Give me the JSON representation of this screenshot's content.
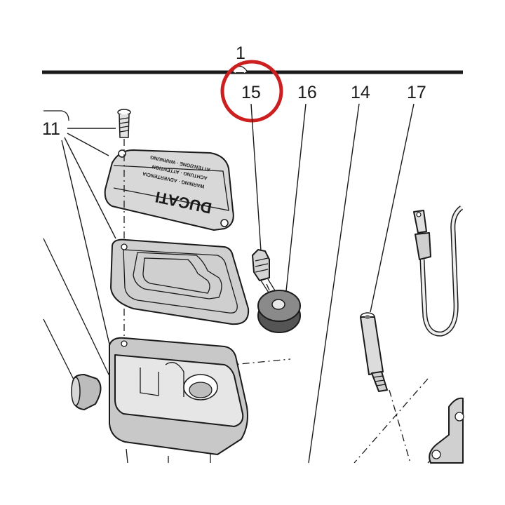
{
  "callouts": {
    "ref_1": "1",
    "ref_11": "11",
    "ref_14": "14",
    "ref_15": "15",
    "ref_16": "16",
    "ref_17": "17"
  },
  "highlight": {
    "target": "15",
    "color": "#cc1f1f"
  },
  "plate": {
    "logo": "DUCATI",
    "line_1": "ATTENZIONE · WARNUNG",
    "line_2": "ACHTUNG · ATTENTION",
    "line_3": "WARNING · ADVERTENCIA"
  }
}
